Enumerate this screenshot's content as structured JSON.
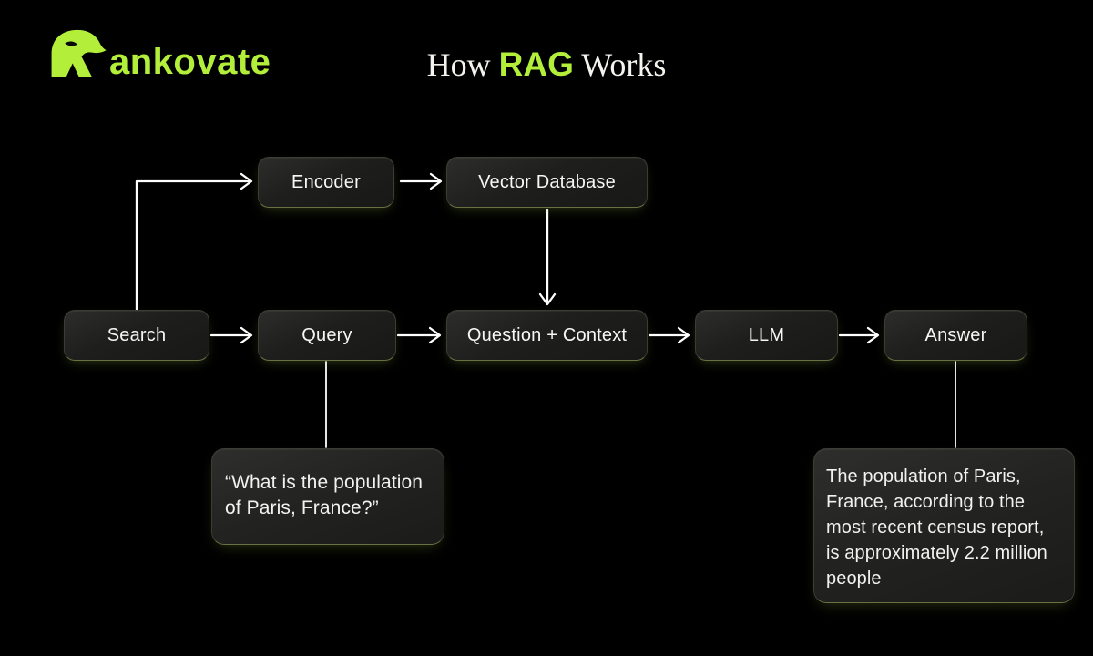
{
  "brand": {
    "logo_icon": "eagle-icon",
    "wordmark": "ankovate",
    "accent_color": "#b2ee3a"
  },
  "title": {
    "prefix": "How ",
    "highlight": "RAG",
    "suffix": " Works",
    "highlight_color": "#b2ee3a",
    "text_color": "#f5f3ee"
  },
  "nodes": {
    "encoder": "Encoder",
    "vector_db": "Vector Database",
    "search": "Search",
    "query": "Query",
    "question_context": "Question + Context",
    "llm": "LLM",
    "answer": "Answer"
  },
  "callouts": {
    "query_example": "“What is the population of Paris, France?”",
    "answer_example": "The population of Paris, France, according to the most recent census report, is approximately 2.2 million people"
  },
  "colors": {
    "background": "#000000",
    "node_fill": "#1e1e1c",
    "node_glow": "#6b7042",
    "connector": "#ffffff",
    "text": "#f7f7f4"
  }
}
